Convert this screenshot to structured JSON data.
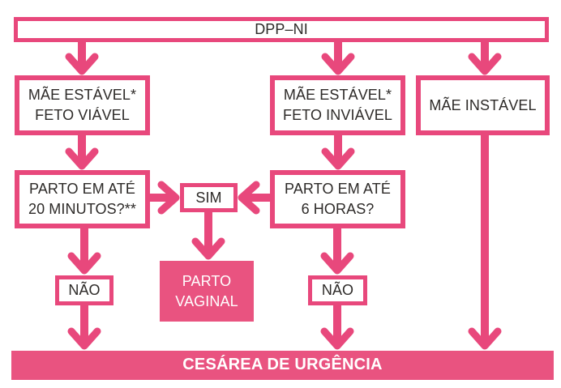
{
  "palette": {
    "pink_stroke": "#e8487c",
    "pink_fill": "#e95380",
    "text_dark": "#2d2a28",
    "text_light": "#ffffff",
    "background": "#ffffff"
  },
  "flow": {
    "root": {
      "label": "DPP–NI"
    },
    "branches": {
      "stable_viable": {
        "line1": "MÃE ESTÁVEL*",
        "line2": "FETO VIÁVEL"
      },
      "stable_inviable": {
        "line1": "MÃE ESTÁVEL*",
        "line2": "FETO INVIÁVEL"
      },
      "unstable": {
        "label": "MÃE INSTÁVEL"
      }
    },
    "decisions": {
      "delivery_20min": {
        "line1": "PARTO EM ATÉ",
        "line2": "20 MINUTOS?**"
      },
      "delivery_6h": {
        "line1": "PARTO EM ATÉ",
        "line2": "6 HORAS?"
      }
    },
    "answers": {
      "yes": "SIM",
      "no_left": "NÃO",
      "no_right": "NÃO"
    },
    "outcomes": {
      "vaginal": {
        "line1": "PARTO",
        "line2": "VAGINAL"
      },
      "cesarean": {
        "label": "CESÁREA DE URGÊNCIA"
      }
    }
  }
}
